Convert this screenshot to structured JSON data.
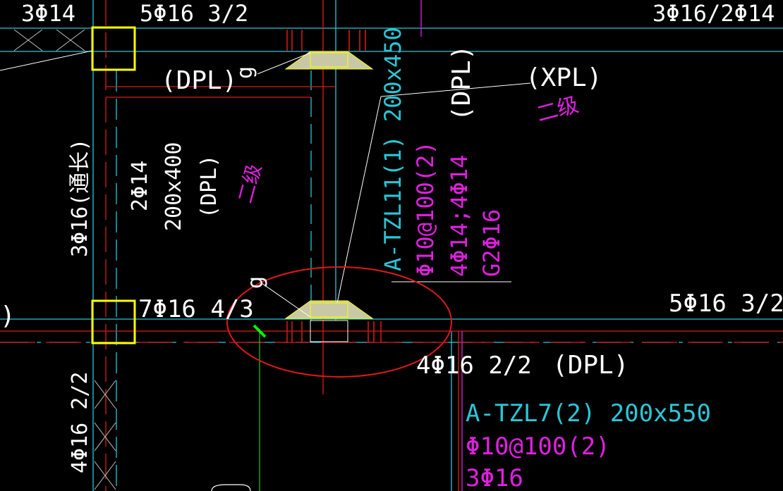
{
  "colors": {
    "background": "#000000",
    "white": "#ffffff",
    "cyan": "#29c7d8",
    "red": "#e01818",
    "magenta": "#e020e0",
    "yellow": "#ffff00",
    "green": "#00ff00",
    "fill": "#c8c8a6"
  },
  "labels": {
    "top_left_rebar": "3Φ14",
    "top_beam_rebar": "5Φ16 3/2",
    "top_right_rebar": "3Φ16/2Φ14",
    "dpl_top": "(DPL)",
    "leader_top": "g",
    "dpl_vertical_right": "(DPL)",
    "xpl": "(XPL)",
    "grade_right": "二级",
    "vert_left_rebar": "3Φ16(通长)",
    "vert_mid_rebar_1": "2Φ14",
    "vert_mid_rebar_2": "200x400",
    "vert_mid_rebar_3": "(DPL)",
    "grade_mid": "二级",
    "tzl11_title": "A-TZL11(1) 200x450",
    "tzl11_line1": "Φ10@100(2)",
    "tzl11_line2": "4Φ14;4Φ14",
    "tzl11_line3": "G2Φ16",
    "leader_mid": "g",
    "left_paren": ")",
    "beam_left_rebar": "7Φ16 4/3",
    "beam_right_rebar": "5Φ16 3/2",
    "bottom_rebar": "4Φ16 2/2",
    "dpl_bottom": "(DPL)",
    "vert_bottom_left": "4Φ16 2/2",
    "tzl7_title": "A-TZL7(2) 200x550",
    "tzl7_line1": "Φ10@100(2)",
    "tzl7_line2": "3Φ16"
  }
}
